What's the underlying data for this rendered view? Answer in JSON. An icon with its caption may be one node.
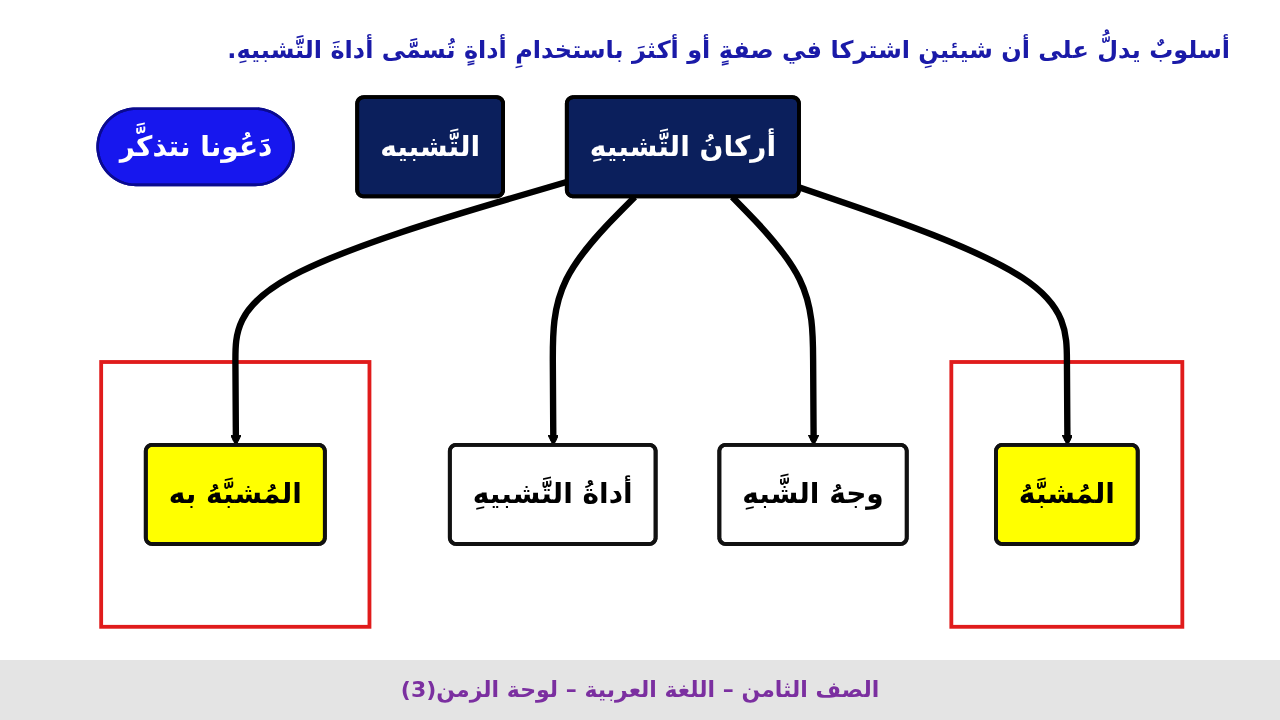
{
  "diagram": {
    "nodes": [
      {
        "text": [
          "دَعُونا نتذكَّر"
        ]
      },
      {
        "text": [
          "التَّشبيه"
        ]
      },
      {
        "text": [
          "أركانُ التَّشبيهِ"
        ]
      },
      {
        "text": [],
        "shape": "box"
      },
      {
        "text": [
          "المُشبَّهُ"
        ],
        "in": 3
      },
      {
        "text": [
          "أداةُ التَّشبيهِ"
        ]
      },
      {
        "text": [],
        "shape": "box"
      },
      {
        "text": [
          "المُشبَّهُ به"
        ],
        "in": 6
      },
      {
        "text": [
          "وجهُ الشَّبهِ"
        ]
      }
    ],
    "edges": [
      {
        "from": 2,
        "to": 4,
        "arrow": "to"
      },
      {
        "from": 2,
        "to": 5,
        "arrow": "to"
      },
      {
        "from": 2,
        "to": 7,
        "arrow": "to"
      },
      {
        "from": 2,
        "to": 8,
        "arrow": "to"
      }
    ],
    "labels": [
      "أسلوبٌ يدلُّ على أن شيئينِ اشتركا في صفةٍ أو أكثرَ باستخدامِ أداةٍ تُسمَّى أداةَ التَّشبيهِ."
    ],
    "caption": "الصف الثامن – اللغة العربية – لوحة الزمن(3)"
  }
}
